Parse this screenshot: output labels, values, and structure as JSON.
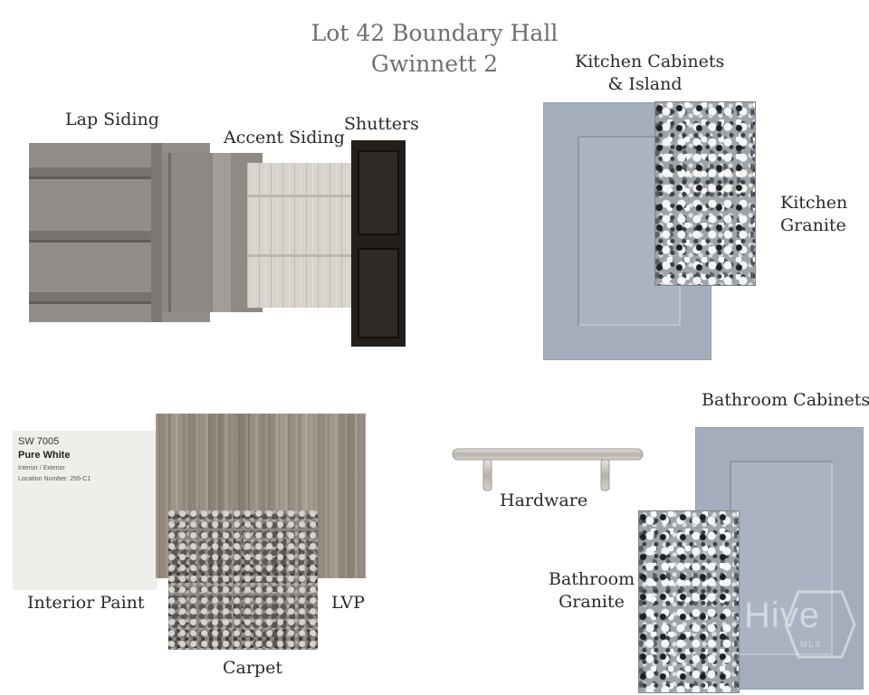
{
  "board": {
    "title_line1": "Lot 42 Boundary Hall",
    "title_line2": "Gwinnett 2"
  },
  "labels": {
    "lap_siding": "Lap Siding",
    "accent_siding": "Accent Siding",
    "shutters": "Shutters",
    "kitchen_cabinets_line1": "Kitchen Cabinets",
    "kitchen_cabinets_line2": "& Island",
    "kitchen_granite_line1": "Kitchen",
    "kitchen_granite_line2": "Granite",
    "bathroom_cabinets": "Bathroom Cabinets",
    "hardware": "Hardware",
    "bathroom_granite_line1": "Bathroom",
    "bathroom_granite_line2": "Granite",
    "interior_paint": "Interior Paint",
    "lvp": "LVP",
    "carpet": "Carpet"
  },
  "paint_chip": {
    "code": "SW 7005",
    "name": "Pure White",
    "usage": "Interior / Exterior",
    "location": "Location Number: 255-C1"
  },
  "watermark": {
    "brand": "Hive",
    "sub": "MLS"
  },
  "colors": {
    "lap_siding": "#8f8b87",
    "shutters": "#231f1c",
    "cabinet_blue_gray": "#a3adbb",
    "paint_white": "#efeeea"
  }
}
